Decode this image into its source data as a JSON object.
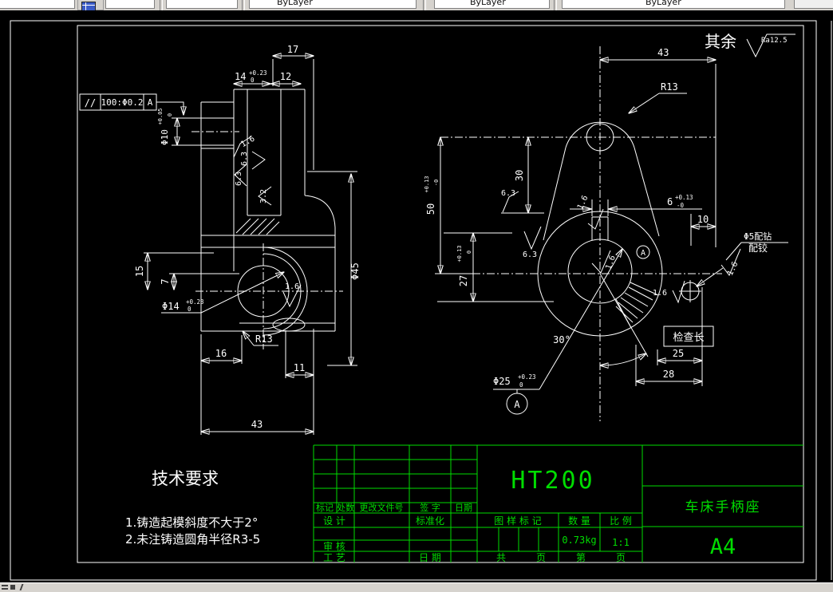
{
  "toolbar": {
    "combo_value": "ByLayer"
  },
  "drawing": {
    "surface_note": {
      "prefix": "其余",
      "symbol_value": "Ra12.5"
    },
    "left_view": {
      "dim_17": "17",
      "dim_14": {
        "v": "14",
        "sup": "+0.23",
        "sub": "0"
      },
      "dim_12": "12",
      "gdt": {
        "symbol": "//",
        "tolerance": "100:Φ0.2",
        "datum": "A"
      },
      "dim_d10": {
        "v": "Φ10",
        "sup": "+0.05",
        "sub": "0"
      },
      "rough_slot_16": "1.6",
      "rough_slot_63a": "6.3",
      "rough_slot_63b": "6.3",
      "rough_slot_32": "3.2",
      "dim_d45": "Φ45",
      "dim_15": "15",
      "dim_7": "7",
      "dim_d14": {
        "v": "Φ14",
        "sup": "+0.23",
        "sub": "0"
      },
      "rough_boss_16": "1.6",
      "dim_r13": "R13",
      "dim_16": "16",
      "dim_11": "11",
      "dim_43": "43"
    },
    "right_view": {
      "dim_43": "43",
      "dim_r13": "R13",
      "dim_50": {
        "v": "50",
        "sup": "+0.13",
        "sub": "-0"
      },
      "dim_30": "30",
      "rough_top_63": "6.3",
      "rough_key_16": "1.6",
      "dim_6": {
        "v": "6",
        "sup": "+0.13",
        "sub": "-0"
      },
      "dim_10": "10",
      "note_d5_line1": "Φ5配钻",
      "note_d5_line2": "配铰",
      "rough_note_16": "1.6",
      "datum_ref": "A",
      "rough_left_63": "6.3",
      "rough_bore_16": "1.6",
      "dim_27": {
        "v": "27",
        "sup": "+0.13",
        "sub": "0"
      },
      "rough_hole_16": "1.6",
      "dim_angle": "30°",
      "check_label": "检查长",
      "dim_25": "25",
      "dim_28": "28",
      "dim_d25": {
        "v": "Φ25",
        "sup": "+0.23",
        "sub": "0"
      },
      "datum": "A"
    },
    "tech_req": {
      "title": "技术要求",
      "item1": "1.铸造起模斜度不大于2°",
      "item2": "2.未注铸造圆角半径R3-5"
    }
  },
  "title_block": {
    "rev_cols": {
      "c1": "标记",
      "c2": "处数",
      "c3": "更改文件号",
      "c4": "签 字",
      "c5": "日期"
    },
    "design": "设 计",
    "standard": "标准化",
    "audit": "审 核",
    "process": "工 艺",
    "date": "日 期",
    "material": "HT200",
    "stamp": "图 样 标 记",
    "qty": "数 量",
    "scale_label": "比 例",
    "weight": "0.73kg",
    "scale": "1:1",
    "total_label": "共",
    "total_unit": "页",
    "no_label": "第",
    "no_unit": "页",
    "part_name": "车床手柄座",
    "sheet": "A4"
  }
}
